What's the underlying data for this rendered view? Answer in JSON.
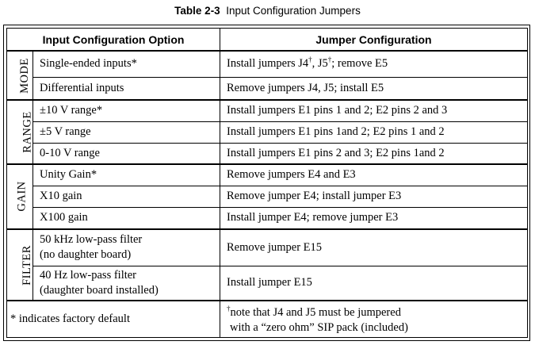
{
  "caption": {
    "number": "Table 2-3",
    "title": "Input Configuration Jumpers"
  },
  "header": {
    "option": "Input Configuration Option",
    "jumper": "Jumper Configuration"
  },
  "groups": [
    {
      "label": "MODE",
      "rows": [
        {
          "option": "Single-ended inputs*",
          "jumper_pre": "Install jumpers J4",
          "jumper_mid": ", J5",
          "jumper_post": "; remove E5",
          "dagger": "†"
        },
        {
          "option": "Differential inputs",
          "jumper": "Remove jumpers J4, J5; install E5"
        }
      ]
    },
    {
      "label": "RANGE",
      "rows": [
        {
          "option": "±10 V range*",
          "jumper": "Install jumpers E1 pins 1 and 2; E2 pins 2 and 3"
        },
        {
          "option": "±5 V range",
          "jumper": "Install jumpers E1 pins 1and 2; E2 pins 1 and 2"
        },
        {
          "option": "0-10 V range",
          "jumper": "Install jumpers E1 pins 2 and 3; E2 pins 1and 2"
        }
      ]
    },
    {
      "label": "GAIN",
      "rows": [
        {
          "option": "Unity Gain*",
          "jumper": "Remove jumpers E4 and E3"
        },
        {
          "option": "X10 gain",
          "jumper": "Remove jumper E4; install jumper E3"
        },
        {
          "option": "X100 gain",
          "jumper": "Install jumper E4; remove jumper E3"
        }
      ]
    },
    {
      "label": "FILTER",
      "rows": [
        {
          "option_line1": "50 kHz low-pass filter",
          "option_line2": "(no daughter board)",
          "jumper": "Remove jumper E15"
        },
        {
          "option_line1": "40 Hz low-pass filter",
          "option_line2": "(daughter board installed)",
          "jumper": "Install jumper E15"
        }
      ]
    }
  ],
  "footer": {
    "left": "* indicates factory default",
    "right_dagger": "†",
    "right_line1": "note that J4 and J5 must be jumpered",
    "right_line2": "with a “zero ohm” SIP pack (included)"
  }
}
